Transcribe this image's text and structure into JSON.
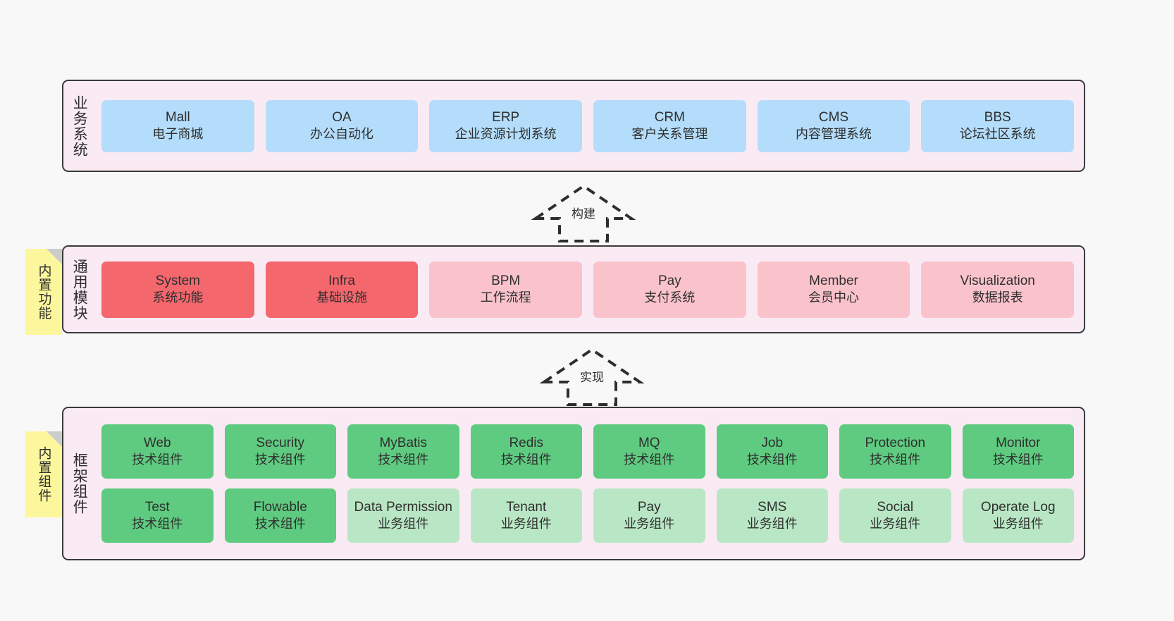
{
  "palette": {
    "background": "#f8f8f8",
    "layer_fill": "#f9eaf4",
    "layer_border": "#3a3a3a",
    "blue": "#b4ddfb",
    "red": "#f4676d",
    "pink": "#fac3cc",
    "green": "#5fcb80",
    "green_light": "#b9e7c5",
    "note_yellow": "#fcf79d",
    "note_fold": "#cccccc"
  },
  "notes": [
    {
      "id": "builtin-functions",
      "label": "内置功能"
    },
    {
      "id": "builtin-components",
      "label": "内置组件"
    }
  ],
  "arrows": [
    {
      "id": "build",
      "label": "构建",
      "style": "dashed-hollow-up"
    },
    {
      "id": "implement",
      "label": "实现",
      "style": "dashed-hollow-up"
    }
  ],
  "layers": [
    {
      "id": "business-system",
      "title": "业务系统",
      "rows": [
        [
          {
            "en": "Mall",
            "cn": "电子商城",
            "color": "blue"
          },
          {
            "en": "OA",
            "cn": "办公自动化",
            "color": "blue"
          },
          {
            "en": "ERP",
            "cn": "企业资源计划系统",
            "color": "blue"
          },
          {
            "en": "CRM",
            "cn": "客户关系管理",
            "color": "blue"
          },
          {
            "en": "CMS",
            "cn": "内容管理系统",
            "color": "blue"
          },
          {
            "en": "BBS",
            "cn": "论坛社区系统",
            "color": "blue"
          }
        ]
      ]
    },
    {
      "id": "common-module",
      "title": "通用模块",
      "rows": [
        [
          {
            "en": "System",
            "cn": "系统功能",
            "color": "red"
          },
          {
            "en": "Infra",
            "cn": "基础设施",
            "color": "red"
          },
          {
            "en": "BPM",
            "cn": "工作流程",
            "color": "pink"
          },
          {
            "en": "Pay",
            "cn": "支付系统",
            "color": "pink"
          },
          {
            "en": "Member",
            "cn": "会员中心",
            "color": "pink"
          },
          {
            "en": "Visualization",
            "cn": "数据报表",
            "color": "pink"
          }
        ]
      ]
    },
    {
      "id": "framework-component",
      "title": "框架组件",
      "rows": [
        [
          {
            "en": "Web",
            "cn": "技术组件",
            "color": "green"
          },
          {
            "en": "Security",
            "cn": "技术组件",
            "color": "green"
          },
          {
            "en": "MyBatis",
            "cn": "技术组件",
            "color": "green"
          },
          {
            "en": "Redis",
            "cn": "技术组件",
            "color": "green"
          },
          {
            "en": "MQ",
            "cn": "技术组件",
            "color": "green"
          },
          {
            "en": "Job",
            "cn": "技术组件",
            "color": "green"
          },
          {
            "en": "Protection",
            "cn": "技术组件",
            "color": "green"
          },
          {
            "en": "Monitor",
            "cn": "技术组件",
            "color": "green"
          }
        ],
        [
          {
            "en": "Test",
            "cn": "技术组件",
            "color": "green"
          },
          {
            "en": "Flowable",
            "cn": "技术组件",
            "color": "green"
          },
          {
            "en": "Data Permission",
            "cn": "业务组件",
            "color": "green_light"
          },
          {
            "en": "Tenant",
            "cn": "业务组件",
            "color": "green_light"
          },
          {
            "en": "Pay",
            "cn": "业务组件",
            "color": "green_light"
          },
          {
            "en": "SMS",
            "cn": "业务组件",
            "color": "green_light"
          },
          {
            "en": "Social",
            "cn": "业务组件",
            "color": "green_light"
          },
          {
            "en": "Operate Log",
            "cn": "业务组件",
            "color": "green_light"
          }
        ]
      ]
    }
  ]
}
